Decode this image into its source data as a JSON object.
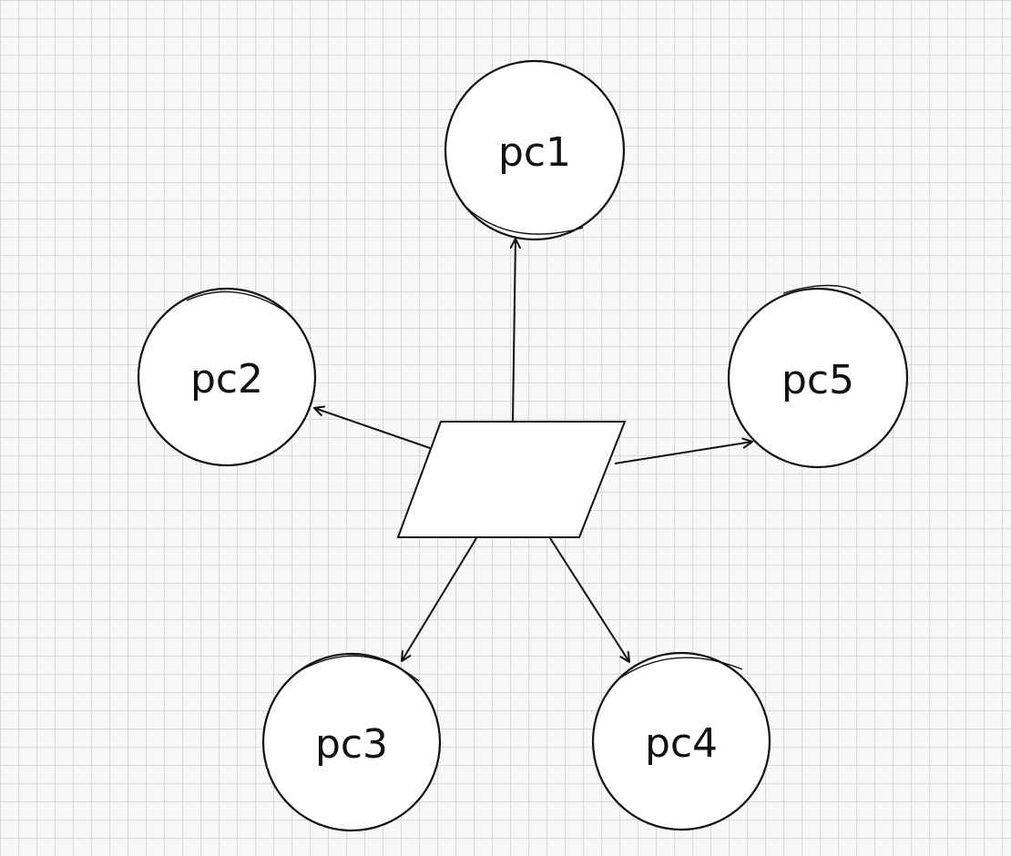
{
  "diagram": {
    "hub": {
      "label": ""
    },
    "nodes": [
      {
        "id": "pc1",
        "label": "pc1"
      },
      {
        "id": "pc2",
        "label": "pc2"
      },
      {
        "id": "pc3",
        "label": "pc3"
      },
      {
        "id": "pc4",
        "label": "pc4"
      },
      {
        "id": "pc5",
        "label": "pc5"
      }
    ],
    "colors": {
      "stroke": "#111111",
      "fill": "#ffffff",
      "grid": "#d9d9dc"
    }
  }
}
